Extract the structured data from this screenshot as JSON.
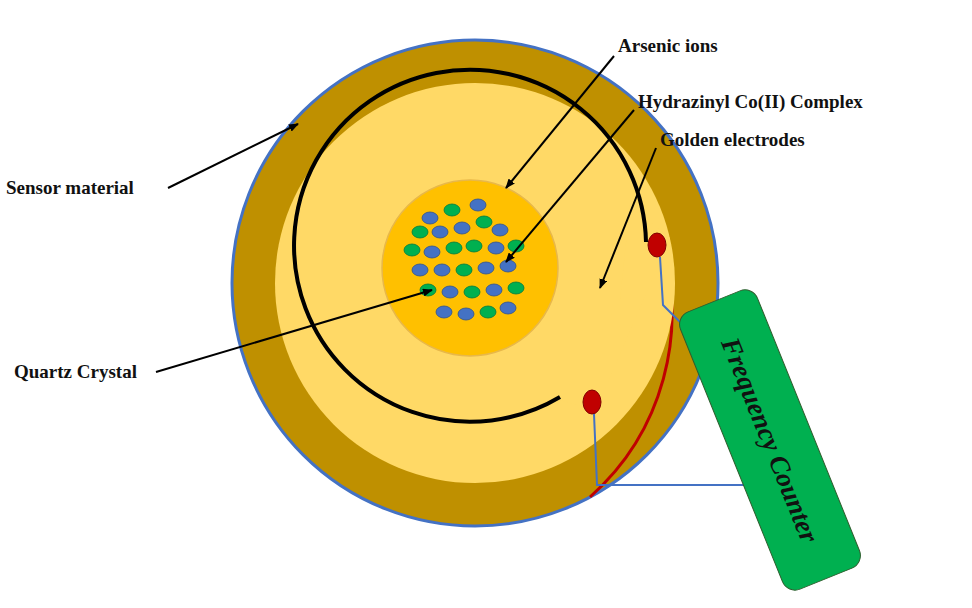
{
  "diagram": {
    "nodes": [
      {
        "text": [
          "Frequency Counter"
        ]
      }
    ],
    "labels": [
      "Sensor material",
      "Arsenic ions",
      "Hydrazinyl Co(II) Complex",
      "Golden electrodes",
      "Quartz Crystal"
    ]
  }
}
